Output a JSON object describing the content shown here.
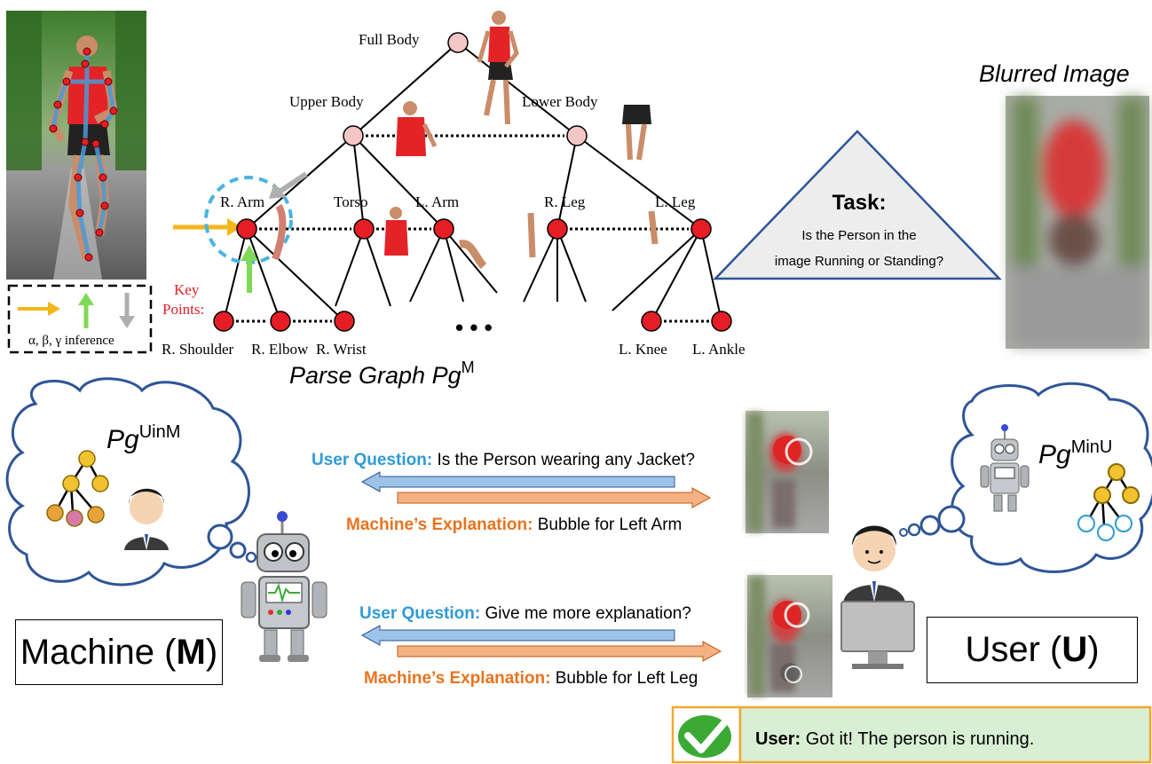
{
  "parse_graph": {
    "full_body": "Full Body",
    "upper_body": "Upper Body",
    "lower_body": "Lower Body",
    "r_arm": "R. Arm",
    "torso": "Torso",
    "l_arm": "L. Arm",
    "r_leg": "R. Leg",
    "l_leg": "L. Leg",
    "key_points_line1": "Key",
    "key_points_line2": "Points:",
    "r_shoulder": "R. Shoulder",
    "r_elbow": "R. Elbow",
    "r_wrist": "R.  Wrist",
    "l_knee": "L. Knee",
    "l_ankle": "L. Ankle",
    "ellipsis": "• • •",
    "caption_main": "Parse Graph Pg",
    "caption_sup": "M"
  },
  "legend": {
    "inference_text": "α, β, γ inference"
  },
  "blurred_image_title": "Blurred Image",
  "task": {
    "title": "Task:",
    "line1": "Is the Person in the",
    "line2": "image Running or Standing?"
  },
  "machine": {
    "thought_label": "Pg",
    "thought_sup": "UinM",
    "box_name": "Machine (",
    "box_letter": "M",
    "box_close": ")"
  },
  "user": {
    "thought_label": "Pg",
    "thought_sup": "MinU",
    "box_name": "User (",
    "box_letter": "U",
    "box_close": ")"
  },
  "dialog": [
    {
      "question_label": "User Question:",
      "question_text": " Is the Person wearing any Jacket?",
      "answer_label": "Machine’s Explanation:",
      "answer_text": " Bubble for Left Arm"
    },
    {
      "question_label": "User Question:",
      "question_text": " Give me more explanation?",
      "answer_label": "Machine’s Explanation:",
      "answer_text": " Bubble for Left Leg"
    }
  ],
  "final": {
    "label": "User:",
    "text": " Got it! The person is running."
  },
  "colors": {
    "question_blue": "#2E9BD6",
    "answer_orange": "#E8731E",
    "arrow_blue": "#9DC3E6",
    "arrow_orange": "#F4B183",
    "node_pink": "#F4C6C6",
    "node_red": "#E51E25",
    "final_fill": "#D9EFD3",
    "final_border": "#F0A830",
    "check_green": "#3AAA35"
  }
}
